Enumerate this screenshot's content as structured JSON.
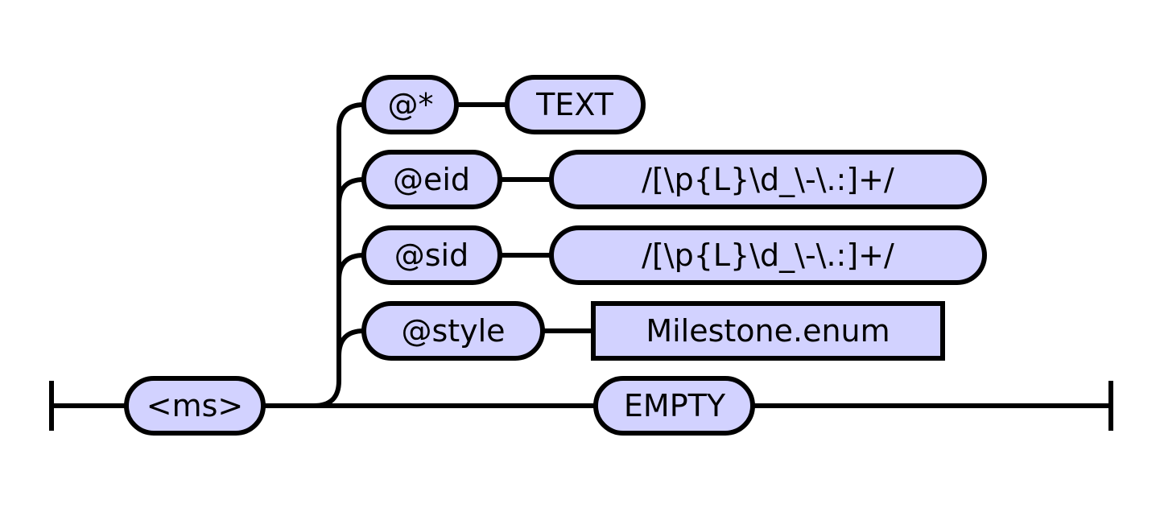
{
  "diagram": {
    "colors": {
      "fill": "#d2d2ff",
      "stroke": "#000000",
      "background": "#ffffff"
    },
    "nodes": {
      "ms": {
        "label": "<ms>",
        "shape": "rounded"
      },
      "attr_any": {
        "label": "@*",
        "shape": "rounded"
      },
      "text": {
        "label": "TEXT",
        "shape": "rounded"
      },
      "attr_eid": {
        "label": "@eid",
        "shape": "rounded"
      },
      "eid_pattern": {
        "label": "/[\\p{L}\\d_\\-\\.:]+/",
        "shape": "rounded"
      },
      "attr_sid": {
        "label": "@sid",
        "shape": "rounded"
      },
      "sid_pattern": {
        "label": "/[\\p{L}\\d_\\-\\.:]+/",
        "shape": "rounded"
      },
      "attr_style": {
        "label": "@style",
        "shape": "rounded"
      },
      "style_ref": {
        "label": "Milestone.enum",
        "shape": "rectangle"
      },
      "empty": {
        "label": "EMPTY",
        "shape": "rounded"
      }
    }
  }
}
